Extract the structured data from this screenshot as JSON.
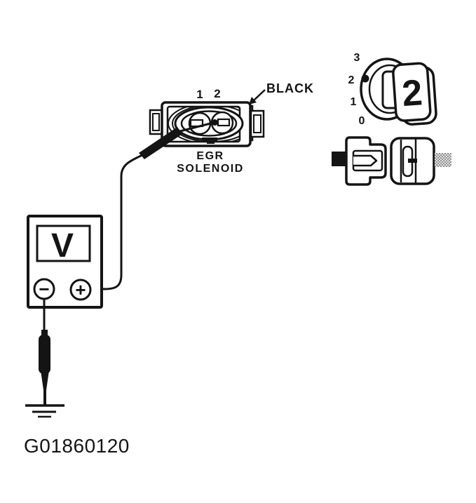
{
  "figure": {
    "code": "G01860120",
    "ink_color": "#141414",
    "background_color": "#ffffff"
  },
  "egr_connector": {
    "pin_labels": [
      "1",
      "2"
    ],
    "wire_label": "BLACK",
    "name_line1": "EGR",
    "name_line2": "SOLENOID"
  },
  "range_dial": {
    "scale_labels": [
      "3",
      "2",
      "1",
      "0"
    ],
    "selected_value": "2"
  },
  "voltmeter": {
    "display_symbol": "V",
    "negative_terminal_symbol": "−",
    "positive_terminal_symbol": "+"
  },
  "icons": {
    "probe": "test-probe-icon",
    "ground": "ground-symbol-icon",
    "leader_arrow": "arrow-icon",
    "negative_terminal": "minus-circle-icon",
    "positive_terminal": "plus-circle-icon"
  }
}
